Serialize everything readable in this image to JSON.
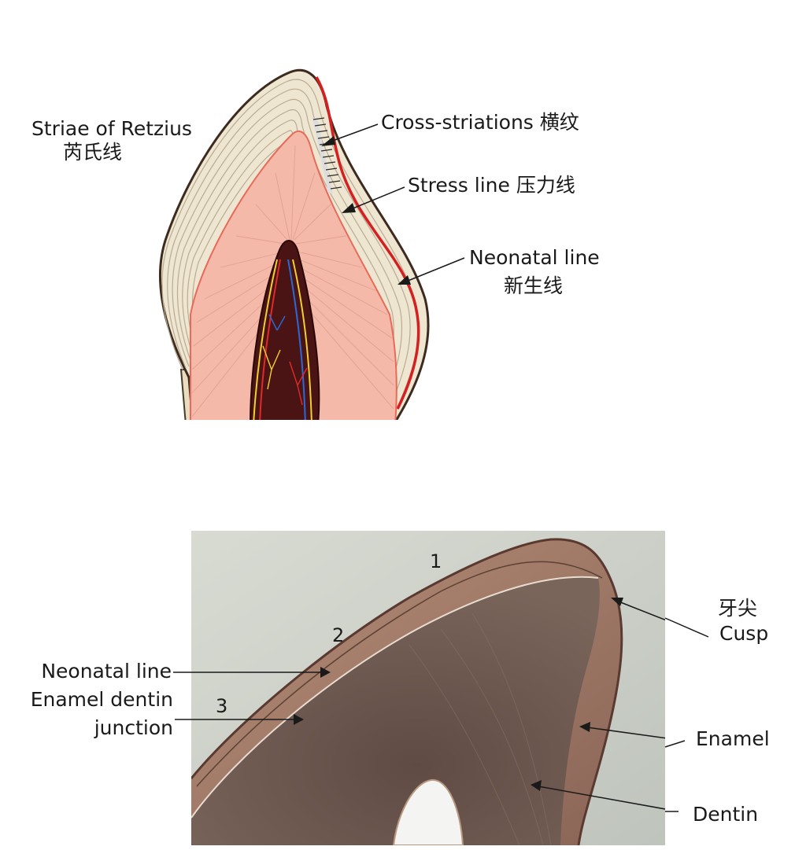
{
  "diagram": {
    "labels": {
      "striae": "Striae of Retzius",
      "striae_cn": "芮氏线",
      "cross": "Cross-striations 横纹",
      "stress": "Stress line 压力线",
      "neonatal": "Neonatal line",
      "neonatal_cn": "新生线"
    }
  },
  "photo": {
    "numbers": [
      "1",
      "2",
      "3"
    ],
    "labels": {
      "cusp_cn": "牙尖",
      "cusp": "Cusp",
      "neonatal": "Neonatal line",
      "edj_1": "Enamel dentin",
      "edj_2": "junction",
      "enamel": "Enamel",
      "dentin": "Dentin"
    }
  },
  "colors": {
    "enamel_beige": "#efe6d2",
    "dentin_pink": "#f4b9a8",
    "pulp_dark": "#4a1414",
    "neonatal_red": "#d42020",
    "photo_bg": "#c9ccc4",
    "photo_dentin": "#6d5a52"
  }
}
